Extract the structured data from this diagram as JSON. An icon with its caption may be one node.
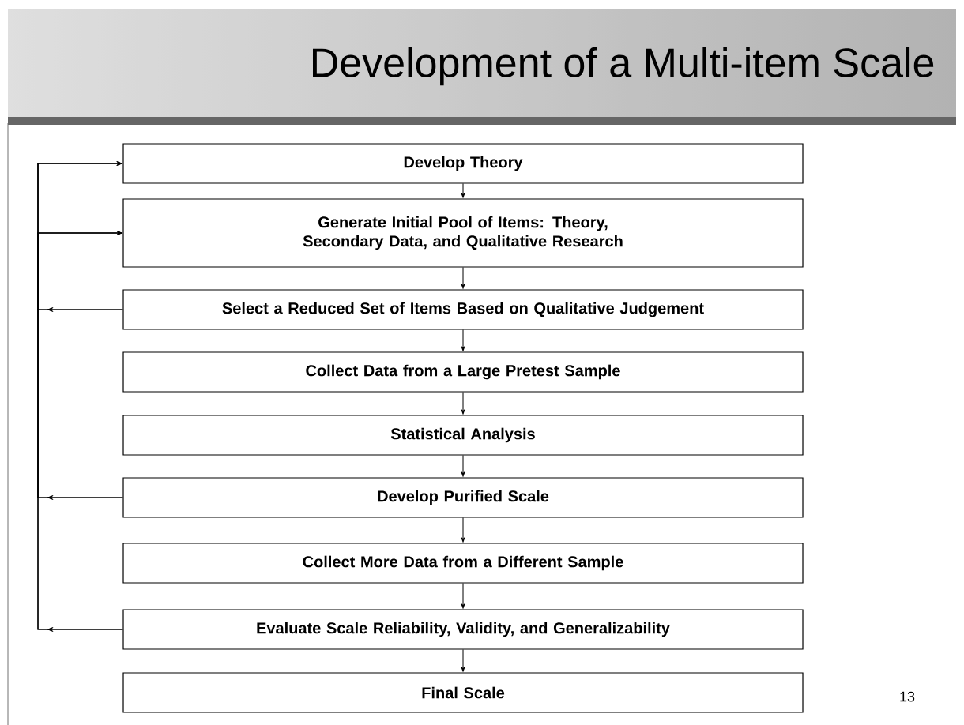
{
  "diagram": {
    "title": "Development of a Multi-item Scale",
    "nodes": [
      {
        "text": [
          "Develop Theory"
        ]
      },
      {
        "text": [
          "Generate Initial Pool of Items: Theory, Secondary Data, and Qualitative Research"
        ]
      },
      {
        "text": [
          "Select a Reduced Set of Items Based on Qualitative Judgement"
        ]
      },
      {
        "text": [
          "Collect Data from a Large Pretest Sample"
        ]
      },
      {
        "text": [
          "Statistical Analysis"
        ]
      },
      {
        "text": [
          "Develop Purified Scale"
        ]
      },
      {
        "text": [
          "Collect More Data from a Different Sample"
        ]
      },
      {
        "text": [
          "Evaluate Scale Reliability, Validity, and Generalizability"
        ]
      },
      {
        "text": [
          "Final Scale"
        ]
      }
    ],
    "edges": [
      {
        "from": 0,
        "to": 1,
        "arrow": "to"
      },
      {
        "from": 1,
        "to": 2,
        "arrow": "to"
      },
      {
        "from": 2,
        "to": 3,
        "arrow": "to"
      },
      {
        "from": 3,
        "to": 4,
        "arrow": "to"
      },
      {
        "from": 4,
        "to": 5,
        "arrow": "to"
      },
      {
        "from": 5,
        "to": 6,
        "arrow": "to"
      },
      {
        "from": 6,
        "to": 7,
        "arrow": "to"
      },
      {
        "from": 7,
        "to": 8,
        "arrow": "to"
      },
      {
        "from": 2,
        "to": 0,
        "arrow": "to"
      },
      {
        "from": 2,
        "to": 1,
        "arrow": "to"
      },
      {
        "from": 5,
        "to": 0,
        "arrow": "to"
      },
      {
        "from": 5,
        "to": 1,
        "arrow": "to"
      },
      {
        "from": 7,
        "to": 0,
        "arrow": "to"
      },
      {
        "from": 7,
        "to": 1,
        "arrow": "to"
      }
    ],
    "labels": [
      "13"
    ]
  }
}
